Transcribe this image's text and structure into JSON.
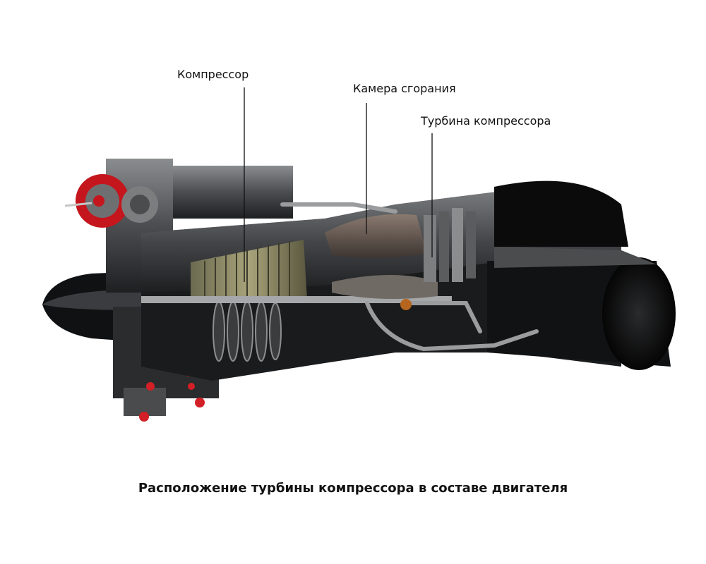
{
  "labels": {
    "compressor": "Компрессор",
    "combustion_chamber": "Камера сгорания",
    "compressor_turbine": "Турбина компрессора"
  },
  "caption": "Расположение турбины компрессора в составе двигателя"
}
